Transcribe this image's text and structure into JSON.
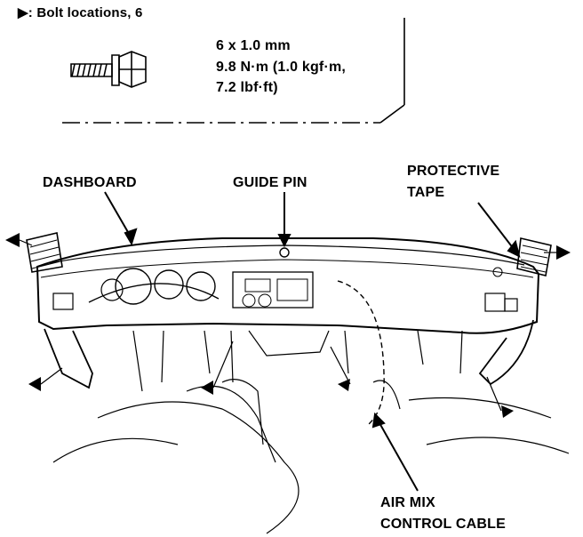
{
  "legend": {
    "symbol": "▶",
    "title": ": Bolt locations, 6",
    "spec_size": "6 x 1.0 mm",
    "spec_torque_line1": "9.8 N·m (1.0 kgf·m,",
    "spec_torque_line2": "7.2 lbf·ft)"
  },
  "labels": {
    "dashboard": "DASHBOARD",
    "guide_pin": "GUIDE PIN",
    "protective_line1": "PROTECTIVE",
    "protective_line2": "TAPE",
    "air_mix_line1": "AIR MIX",
    "air_mix_line2": "CONTROL CABLE"
  },
  "colors": {
    "ink": "#000000",
    "paper": "#ffffff"
  }
}
